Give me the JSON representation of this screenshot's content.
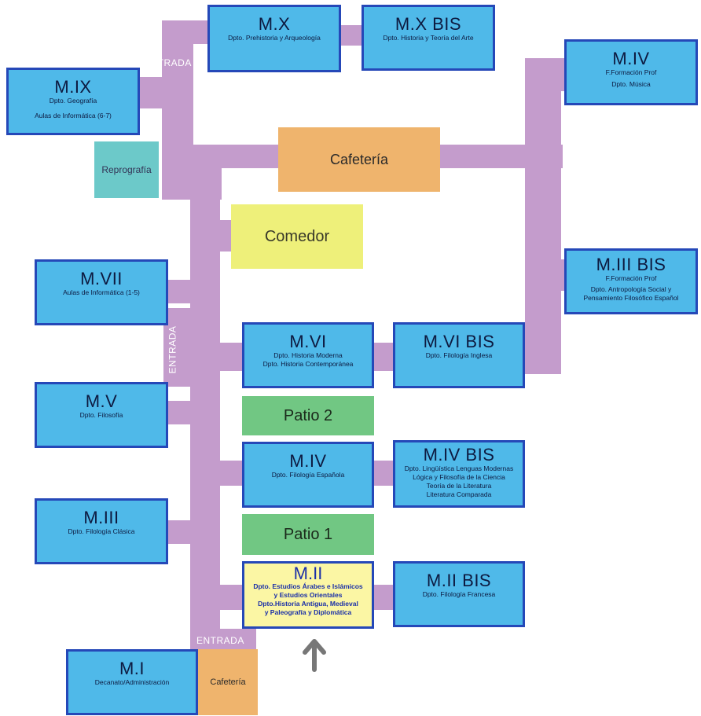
{
  "entrances": {
    "top": "ENTRADA",
    "middle": "ENTRADA",
    "bottom": "ENTRADA"
  },
  "modules": {
    "mx": {
      "title": "M.X",
      "lines": [
        "Dpto. Prehistoria y Arqueología"
      ]
    },
    "mxbis": {
      "title": "M.X BIS",
      "lines": [
        "Dpto. Historia y Teoría del Arte"
      ]
    },
    "mix": {
      "title": "M.IX",
      "lines": [
        "Dpto. Geografía",
        "Aulas de Informática (6-7)"
      ]
    },
    "miv_right": {
      "title": "M.IV",
      "lines": [
        "F.Formación Prof",
        "Dpto. Música"
      ]
    },
    "miiibis": {
      "title": "M.III BIS",
      "lines": [
        "F.Formación Prof",
        "Dpto. Antropología Social y",
        "Pensamiento Filosófico Español"
      ]
    },
    "mvii": {
      "title": "M.VII",
      "lines": [
        "Aulas de Informática (1-5)"
      ]
    },
    "mvi": {
      "title": "M.VI",
      "lines": [
        "Dpto. Historia Moderna",
        "Dpto. Historia Contemporánea"
      ]
    },
    "mvibis": {
      "title": "M.VI BIS",
      "lines": [
        "Dpto. Filología Inglesa"
      ]
    },
    "mv": {
      "title": "M.V",
      "lines": [
        "Dpto. Filosofía"
      ]
    },
    "miv": {
      "title": "M.IV",
      "lines": [
        "Dpto. Filología Española"
      ]
    },
    "mivbis": {
      "title": "M.IV BIS",
      "lines": [
        "Dpto. Lingüística Lenguas Modernas",
        "Lógica y Filosofía de la Ciencia",
        "Teoría de la Literatura",
        "Literatura Comparada"
      ]
    },
    "miii": {
      "title": "M.III",
      "lines": [
        "Dpto. Filología Clásica"
      ]
    },
    "mii": {
      "title": "M.II",
      "lines": [
        "Dpto. Estudios Árabes e Islámicos",
        "y Estudios Orientales",
        "Dpto.Historia Antigua, Medieval",
        "y Paleografía y Diplomática"
      ]
    },
    "miibis": {
      "title": "M.II BIS",
      "lines": [
        "Dpto. Filología Francesa"
      ]
    },
    "mi": {
      "title": "M.I",
      "lines": [
        "Decanato/Administración"
      ]
    }
  },
  "places": {
    "cafeteria_main": "Cafetería",
    "comedor": "Comedor",
    "reprografia": "Reprografía",
    "patio2": "Patio 2",
    "patio1": "Patio 1",
    "cafeteria_small": "Cafetería"
  },
  "colors": {
    "corridor": "#c49ccc",
    "module_fill": "#4fb9e9",
    "module_border": "#2548b8",
    "highlight_fill": "#fbf6a4",
    "cafeteria": "#efb46d",
    "comedor": "#eef07a",
    "patio": "#71c783",
    "reprografia": "#6cc9c9",
    "arrow": "#777777"
  }
}
